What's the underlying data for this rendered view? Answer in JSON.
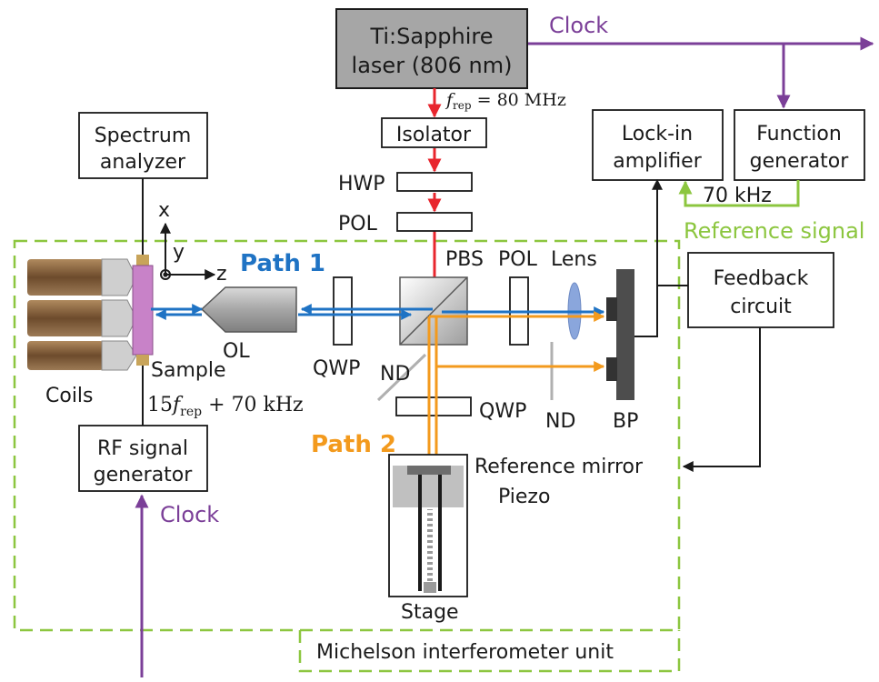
{
  "title": "",
  "colors": {
    "red_beam": "#e8262e",
    "blue_beam": "#1f73c4",
    "orange_beam": "#f39a1d",
    "purple": "#7b3f98",
    "green": "#8cc63f",
    "laser_box": "#a6a6a6",
    "sample": "#c882c8",
    "bp": "#4d4d4d",
    "coils": "#8a6a4a"
  },
  "labels": {
    "laser": [
      "Ti:Sapphire",
      "laser (806 nm)"
    ],
    "clock_top": "Clock",
    "frep_f": "f",
    "frep_sub": "rep",
    "frep_eq": " = 80 MHz",
    "isolator": "Isolator",
    "hwp": "HWP",
    "pol_top": "POL",
    "spectrum": [
      "Spectrum",
      "analyzer"
    ],
    "lockin": [
      "Lock-in",
      "amplifier"
    ],
    "function_gen": [
      "Function",
      "generator"
    ],
    "khz70": "70 kHz",
    "ref_signal": "Reference signal",
    "feedback": [
      "Feedback",
      "circuit"
    ],
    "axis_x": "x",
    "axis_y": "y",
    "axis_z": "z",
    "path1": "Path 1",
    "path2": "Path 2",
    "pbs": "PBS",
    "pol_right": "POL",
    "lens": "Lens",
    "coils": "Coils",
    "sample": "Sample",
    "ol": "OL",
    "qwp_left": "QWP",
    "nd_left": "ND",
    "qwp_bottom": "QWP",
    "nd_right": "ND",
    "bp": "BP",
    "drive_num": "15",
    "drive_f": "f",
    "drive_sub": "rep",
    "drive_rest": " + 70 kHz",
    "rf_gen": [
      "RF signal",
      "generator"
    ],
    "clock_bottom": "Clock",
    "ref_mirror": "Reference mirror",
    "piezo": "Piezo",
    "stage": "Stage",
    "unit": "Michelson interferometer unit"
  }
}
